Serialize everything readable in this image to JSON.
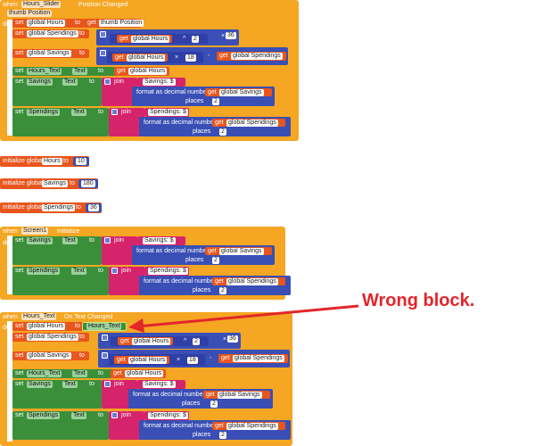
{
  "kw": {
    "when": "when",
    "do": "do",
    "set": "set",
    "to": "to",
    "get": "get",
    "join": "join",
    "format": "format as decimal number",
    "places": "places",
    "initialize_global": "initialize global"
  },
  "block1": {
    "component": "Hours_Slider",
    "event": "Position Changed",
    "param": "thumb Position",
    "var_hours": "global Hours",
    "thumb_get": "thumb Position",
    "var_spend": "global Spendings",
    "num_2": "2",
    "num_36": "36",
    "times": "×",
    "minus": "-",
    "pow": "^",
    "var_savings": "global Savings",
    "num_18": "18",
    "hours_text": "Hours_Text",
    "text_prop": "Text",
    "savings_label": "Savings",
    "savings_str": "Savings: $",
    "spend_label": "Spendings",
    "spend_str": "Spendings: $"
  },
  "inits": {
    "hours_name": "Hours",
    "hours_val": "10",
    "savings_name": "Savings",
    "savings_val": "180",
    "spend_name": "Spendings",
    "spend_val": "36"
  },
  "block2": {
    "component": "Screen1",
    "event": "Initialize"
  },
  "block3": {
    "component": "Hours_Text",
    "event": "On Text Changed",
    "set_to_value": "Hours_Text"
  },
  "annotation": "Wrong block."
}
